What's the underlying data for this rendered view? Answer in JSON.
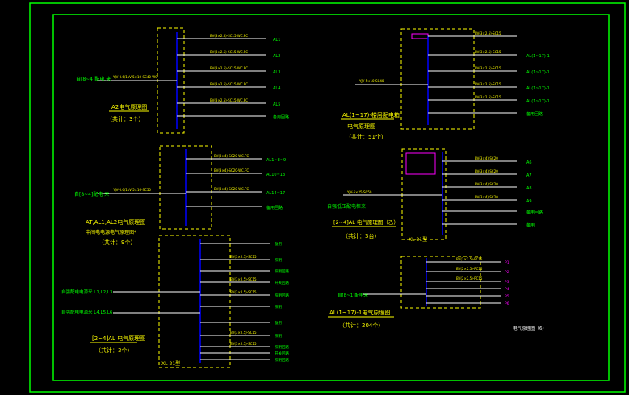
{
  "colors": {
    "frame": "#00ff00",
    "box": "#ffff00",
    "line": "#ffffff",
    "bus": "#0000ff",
    "text_green": "#00ff00",
    "text_yellow": "#ffff00",
    "text_magenta": "#ff00ff",
    "text_cyan": "#00ffff"
  },
  "panels": {
    "p1": {
      "incoming": "自[8~4]配电 来",
      "title": "A2电气原理图",
      "count": "（共计：3个）",
      "outputs": [
        "AL1",
        "AL2",
        "AL3",
        "AL4",
        "AL5",
        "备用回路"
      ]
    },
    "p2": {
      "incoming": "自[8~4]配电 来",
      "title": "AT,AL1,AL2电气原理图",
      "subtitle": "中间电电源电气原理图*",
      "count": "（共计：9个）",
      "outputs": [
        "AL1~8~9",
        "AL10~13",
        "AL14~17",
        "备用回路"
      ]
    },
    "p3": {
      "incoming1": "自强配电电源来 L1,L2,L3",
      "incoming2": "自强配电电源来 L4,L5,L6",
      "title": "[2~4]AL 电气原理图",
      "count": "（共计：3个）",
      "cabinet": "XL-21型",
      "outputs": [
        "备用",
        "照明",
        "照明回路",
        "开关回路",
        "照明回路",
        "照明",
        "备用",
        "照明",
        "照明回路",
        "开关回路",
        "照明回路"
      ]
    },
    "p4": {
      "title": "AL(1~17)-楼层配电箱",
      "subtitle": "电气原理图",
      "count": "（共计：51个）",
      "outputs": [
        "AL(1~17)-1",
        "AL(1~17)-1",
        "AL(1~17)-1",
        "AL(1~17)-1",
        "备用回路"
      ]
    },
    "p5": {
      "incoming": "自强低压配电柜来",
      "title": "[2~4]AL 电气原理图（乙）",
      "count": "（共计：3台）",
      "cabinet": "XL-21型",
      "outputs": [
        "A6",
        "A7",
        "A8",
        "A9",
        "备用回路",
        "备用"
      ]
    },
    "p6": {
      "incoming": "自[8~1]配电来",
      "title": "AL(1~17)-1电气原理图",
      "count": "（共计：204个）",
      "outputs": [
        "P1",
        "P2",
        "P3",
        "P4",
        "P5",
        "P6"
      ]
    }
  },
  "sheet_title": "电气原理图（6）"
}
